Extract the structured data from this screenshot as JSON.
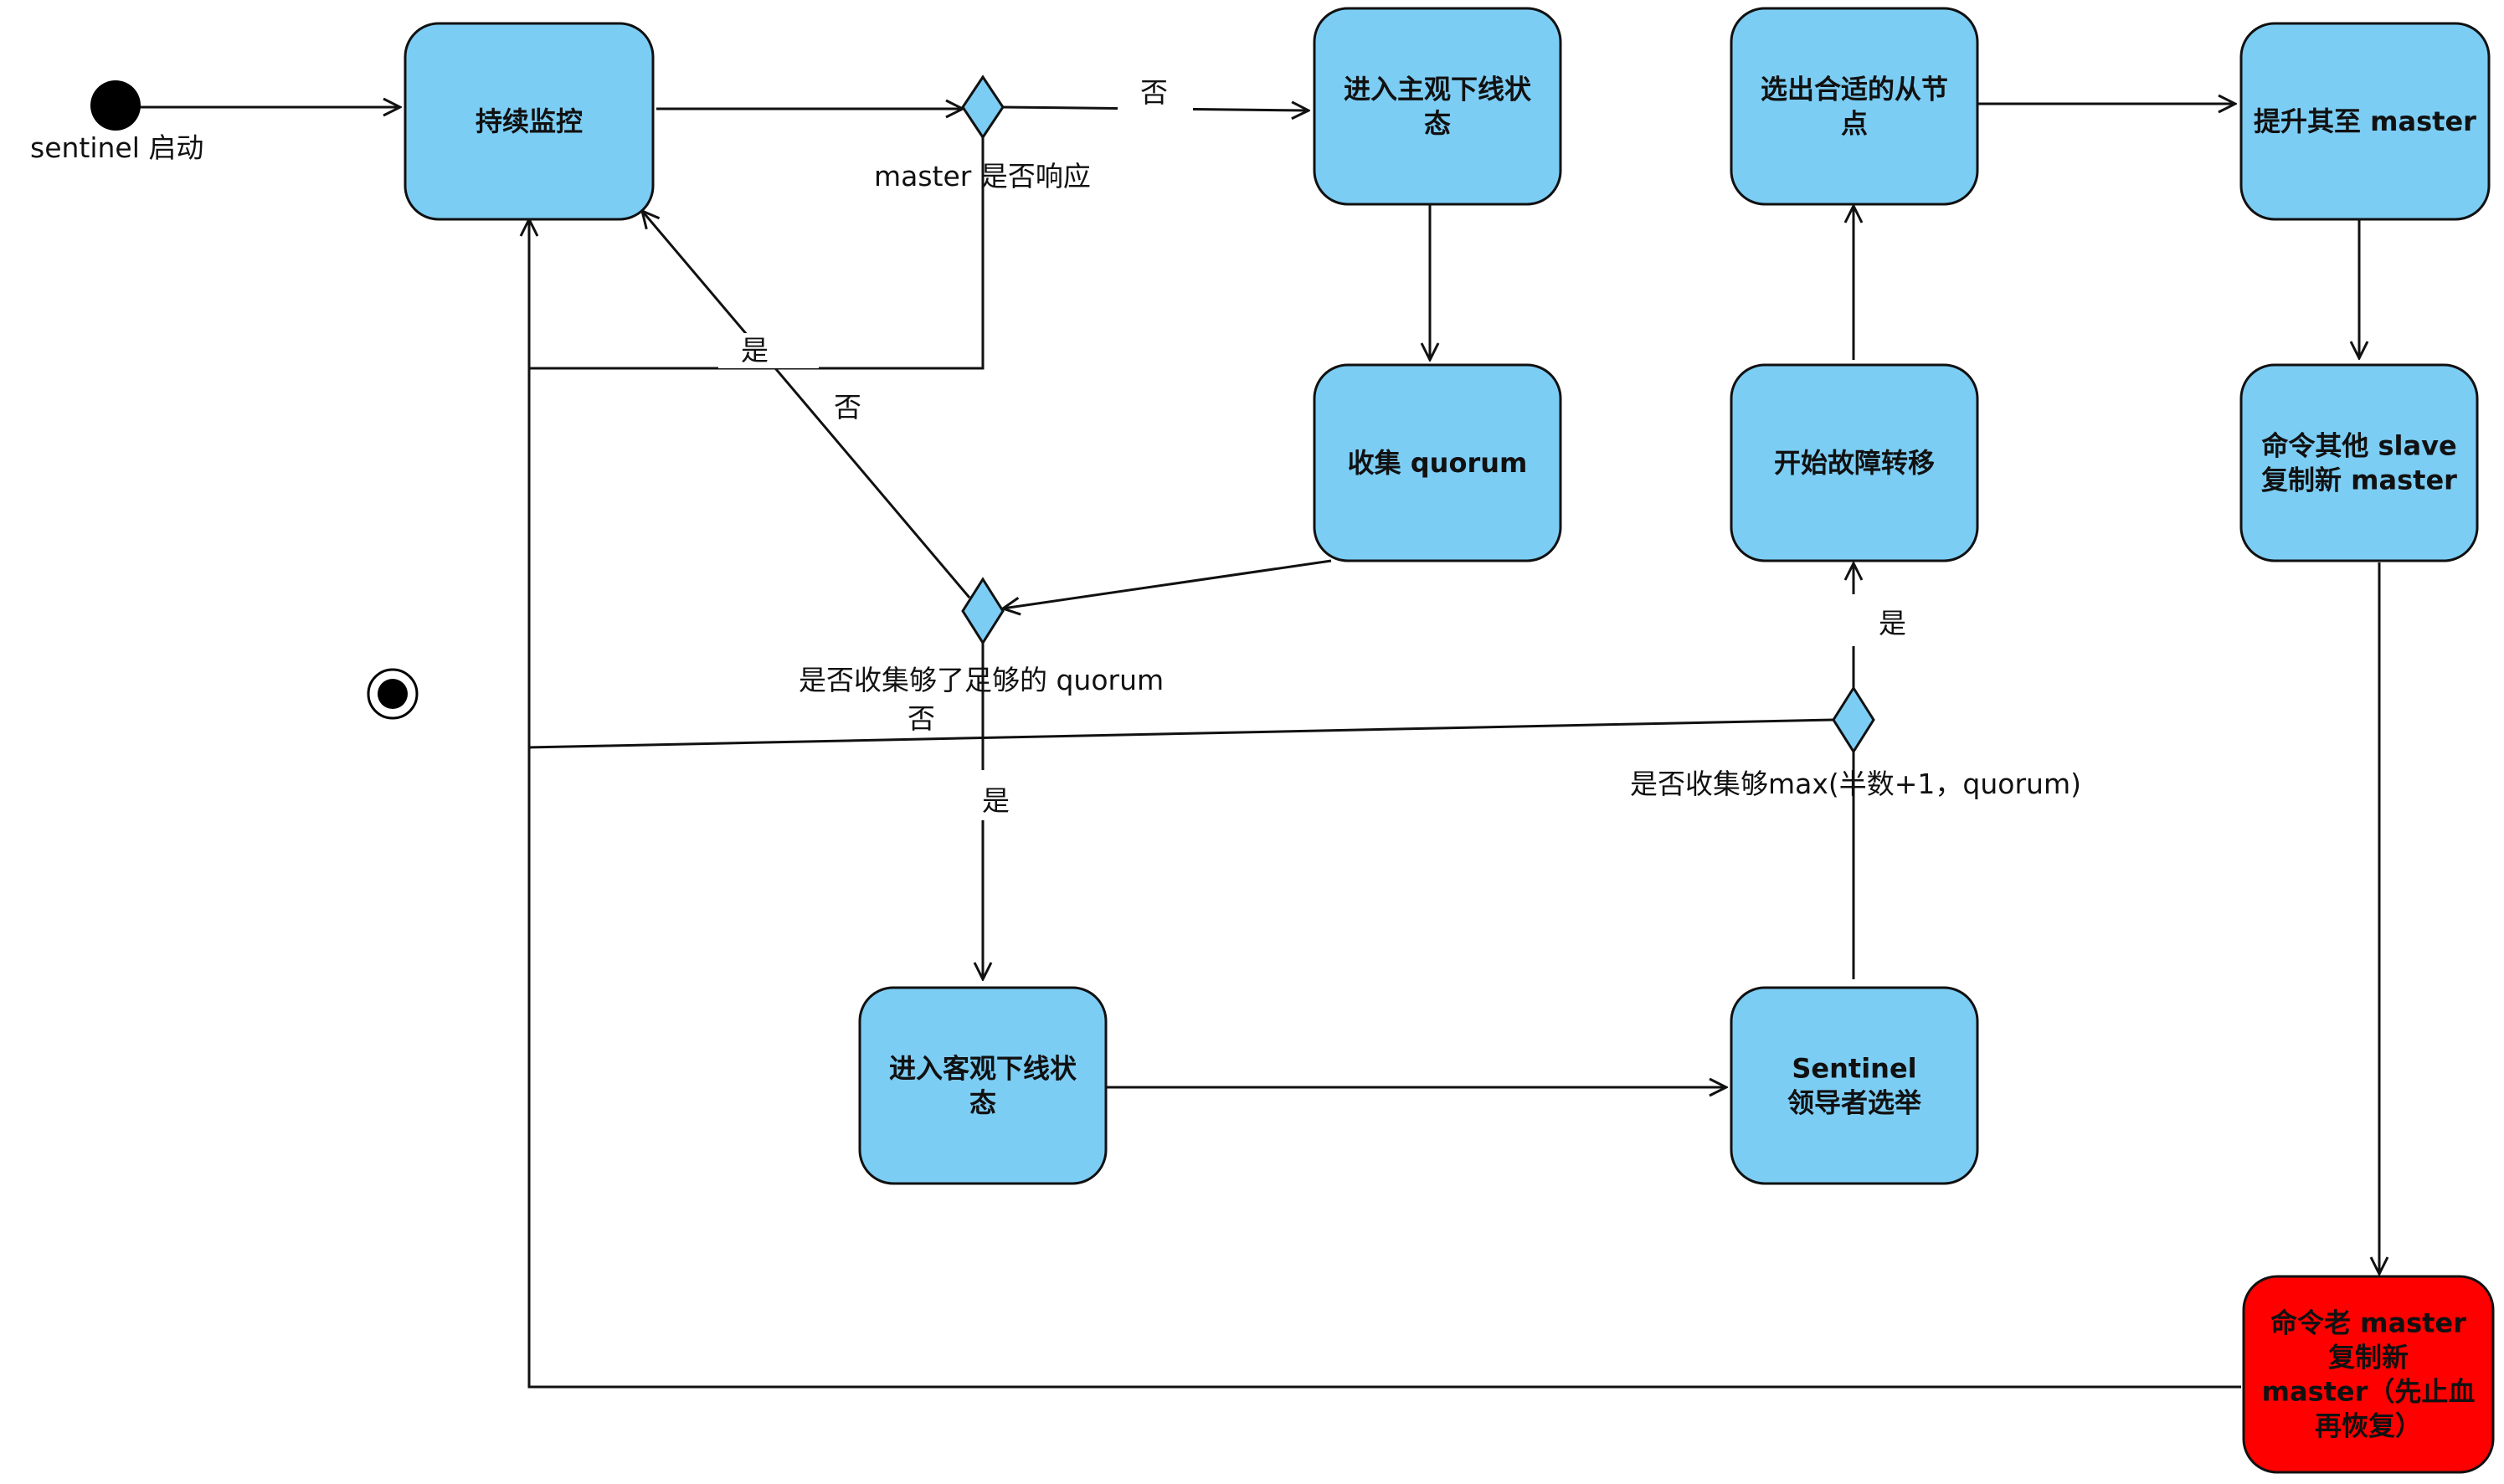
{
  "start_label": "sentinel 启动",
  "nodes": {
    "monitor": [
      "持续监控"
    ],
    "subjective_down": [
      "进入主观下线状",
      "态"
    ],
    "collect_quorum": [
      "收集 quorum"
    ],
    "objective_down": [
      "进入客观下线状",
      "态"
    ],
    "leader_election": [
      "Sentinel",
      "领导者选举"
    ],
    "start_failover": [
      "开始故障转移"
    ],
    "select_slave": [
      "选出合适的从节",
      "点"
    ],
    "promote": [
      "提升其至 master"
    ],
    "command_slaves": [
      "命令其他 slave",
      "复制新 master"
    ],
    "command_old_master": [
      "命令老 master",
      "复制新",
      "master（先止血",
      "再恢复）"
    ]
  },
  "decisions": {
    "master_responds": "master 是否响应",
    "quorum_enough": "是否收集够了足够的 quorum",
    "majority": "是否收集够max(半数+1，quorum)"
  },
  "edge_labels": {
    "no_1": "否",
    "yes_1": "是",
    "no_2": "否",
    "no_3": "否",
    "yes_2": "是",
    "yes_3": "是"
  },
  "colors": {
    "node_fill": "#7ccdf4",
    "alert_fill": "#ff0000",
    "stroke": "#111111"
  }
}
